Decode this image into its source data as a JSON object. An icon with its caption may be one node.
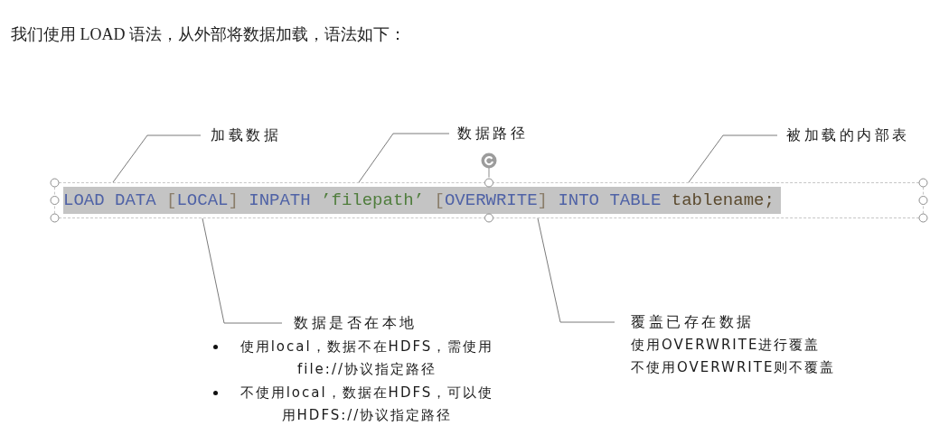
{
  "diagram": {
    "title": "我们使用 LOAD 语法，从外部将数据加载，语法如下：",
    "nodes": [
      {
        "text": [
          "加载数据"
        ]
      },
      {
        "text": [
          "数据路径"
        ]
      },
      {
        "text": [
          "被加载的内部表"
        ]
      },
      {
        "text": [
          "LOAD DATA [LOCAL] INPATH ’filepath’ [OVERWRITE] INTO TABLE tablename;"
        ]
      },
      {
        "text": [
          "数据是否在本地"
        ],
        "beside": [
          "使用local，数据不在HDFS，需使用file://协议指定路径",
          "不使用local，数据在HDFS，可以使用HDFS://协议指定路径"
        ]
      },
      {
        "text": [
          "覆盖已存在数据"
        ],
        "beside": [
          "使用OVERWRITE进行覆盖",
          "不使用OVERWRITE则不覆盖"
        ]
      }
    ],
    "edges": [
      {
        "from": 0,
        "to": 3,
        "arrow": "none"
      },
      {
        "from": 1,
        "to": 3,
        "arrow": "none"
      },
      {
        "from": 2,
        "to": 3,
        "arrow": "none"
      },
      {
        "from": 4,
        "to": 3,
        "arrow": "none"
      },
      {
        "from": 5,
        "to": 3,
        "arrow": "none"
      }
    ]
  }
}
